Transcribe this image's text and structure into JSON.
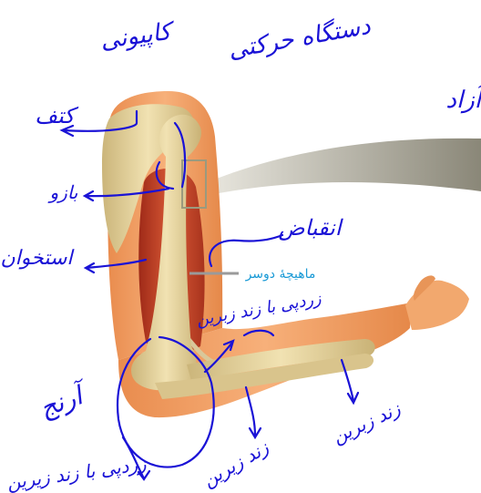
{
  "printed_label": "ماهیچهٔ دوسر",
  "handwritten": {
    "top_left": "کاپیونی",
    "top_center": "دستگاه حرکتی",
    "top_right": "آزاد",
    "shoulder": "کتف",
    "arm_label": "بازو",
    "humerus": "استخوان",
    "contraction": "انقباض",
    "forearm_joint": "زردپی با زند زبرین",
    "elbow": "آرنج",
    "lower_left": "زردپی با زند زیرین",
    "ulna": "زند زیرین",
    "radius": "زند زبرین"
  },
  "colors": {
    "ink": "#1a12d6",
    "printed_label": "#1a9ad6",
    "skin": "#f2a468",
    "muscle": "#c8452a",
    "bone": "#e3d19a"
  }
}
